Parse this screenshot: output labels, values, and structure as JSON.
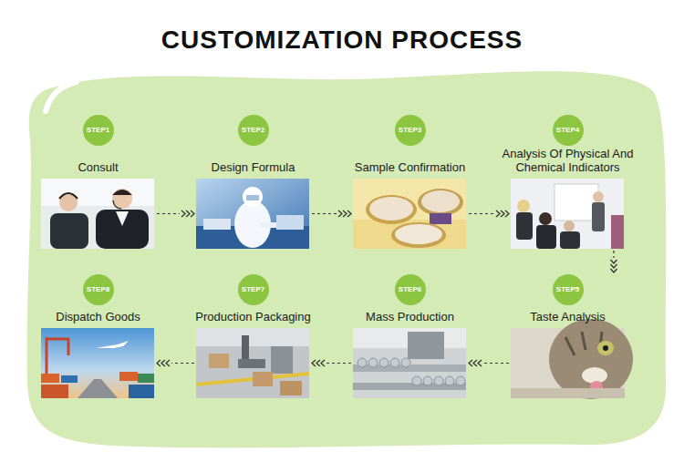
{
  "diagram": {
    "title": "CUSTOMIZATION PROCESS",
    "nodes": [
      {
        "text": [
          "STEP1",
          "Consult"
        ]
      },
      {
        "text": [
          "STEP2",
          "Design Formula"
        ]
      },
      {
        "text": [
          "STEP3",
          "Sample Confirmation"
        ]
      },
      {
        "text": [
          "STEP4",
          "Analysis Of Physical And Chemical Indicators"
        ]
      },
      {
        "text": [
          "STEP5",
          "Taste Analysis"
        ]
      },
      {
        "text": [
          "STEP6",
          "Mass Production"
        ]
      },
      {
        "text": [
          "STEP7",
          "Production Packaging"
        ]
      },
      {
        "text": [
          "STEP8",
          "Dispatch Goods"
        ]
      }
    ],
    "edges": [
      {
        "from": 0,
        "to": 1,
        "arrow": "to"
      },
      {
        "from": 1,
        "to": 2,
        "arrow": "to"
      },
      {
        "from": 2,
        "to": 3,
        "arrow": "to"
      },
      {
        "from": 3,
        "to": 4,
        "arrow": "to"
      },
      {
        "from": 4,
        "to": 5,
        "arrow": "to"
      },
      {
        "from": 5,
        "to": 6,
        "arrow": "to"
      },
      {
        "from": 6,
        "to": 7,
        "arrow": "to"
      }
    ]
  }
}
